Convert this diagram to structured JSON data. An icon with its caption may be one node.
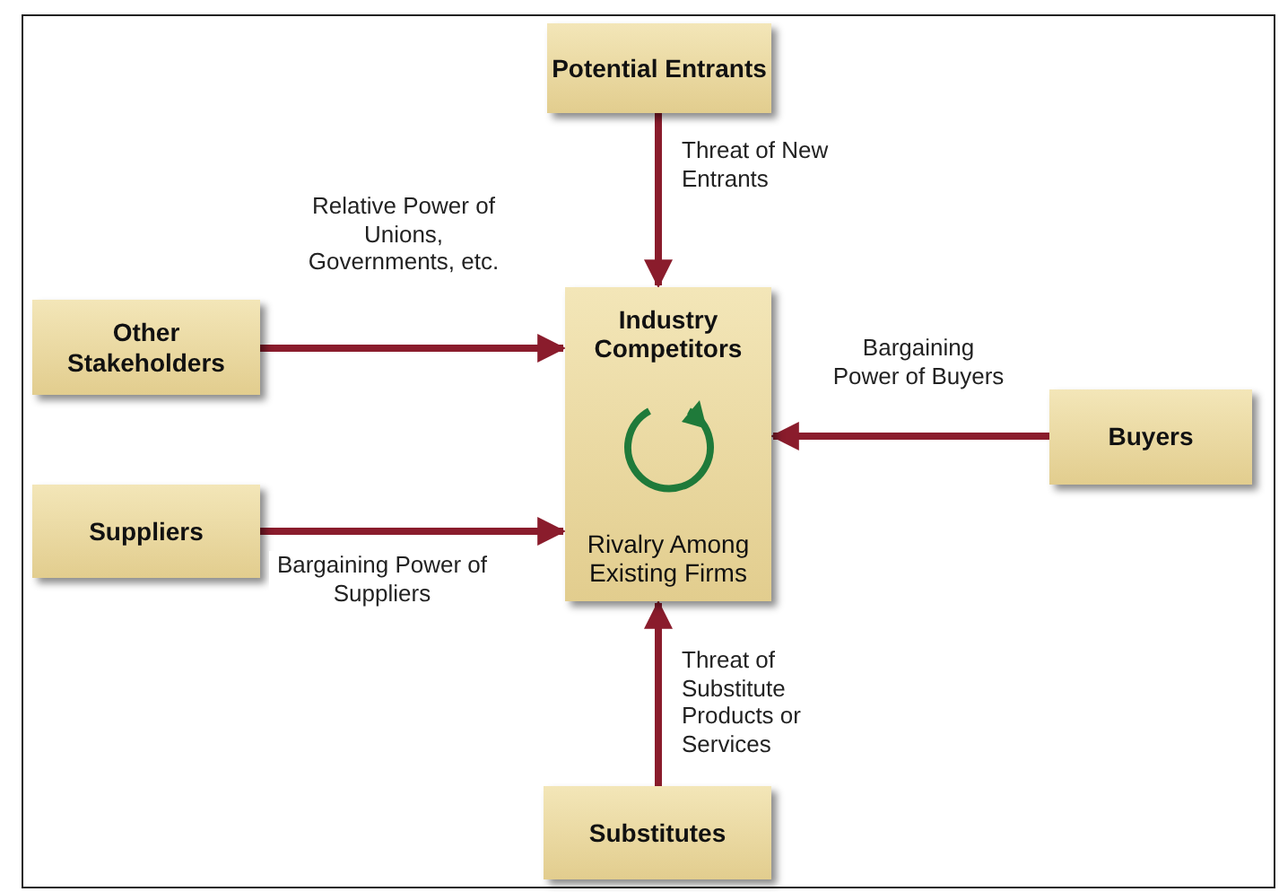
{
  "diagram": {
    "nodes": [
      {
        "text": [
          "Potential Entrants"
        ]
      },
      {
        "text": [
          "Other Stakeholders"
        ]
      },
      {
        "text": [
          "Industry Competitors",
          "Rivalry Among Existing Firms"
        ]
      },
      {
        "text": [
          "Buyers"
        ]
      },
      {
        "text": [
          "Suppliers"
        ]
      },
      {
        "text": [
          "Substitutes"
        ]
      }
    ],
    "edges": [
      {
        "from": 0,
        "to": 2,
        "arrow": "to",
        "label": "Threat of New Entrants"
      },
      {
        "from": 1,
        "to": 2,
        "arrow": "to",
        "label": "Relative Power of Unions, Governments, etc."
      },
      {
        "from": 3,
        "to": 2,
        "arrow": "to",
        "label": "Bargaining Power of Buyers"
      },
      {
        "from": 4,
        "to": 2,
        "arrow": "to",
        "label": "Bargaining Power of Suppliers"
      },
      {
        "from": 5,
        "to": 2,
        "arrow": "to",
        "label": "Threat of Substitute Products or Services"
      }
    ]
  }
}
